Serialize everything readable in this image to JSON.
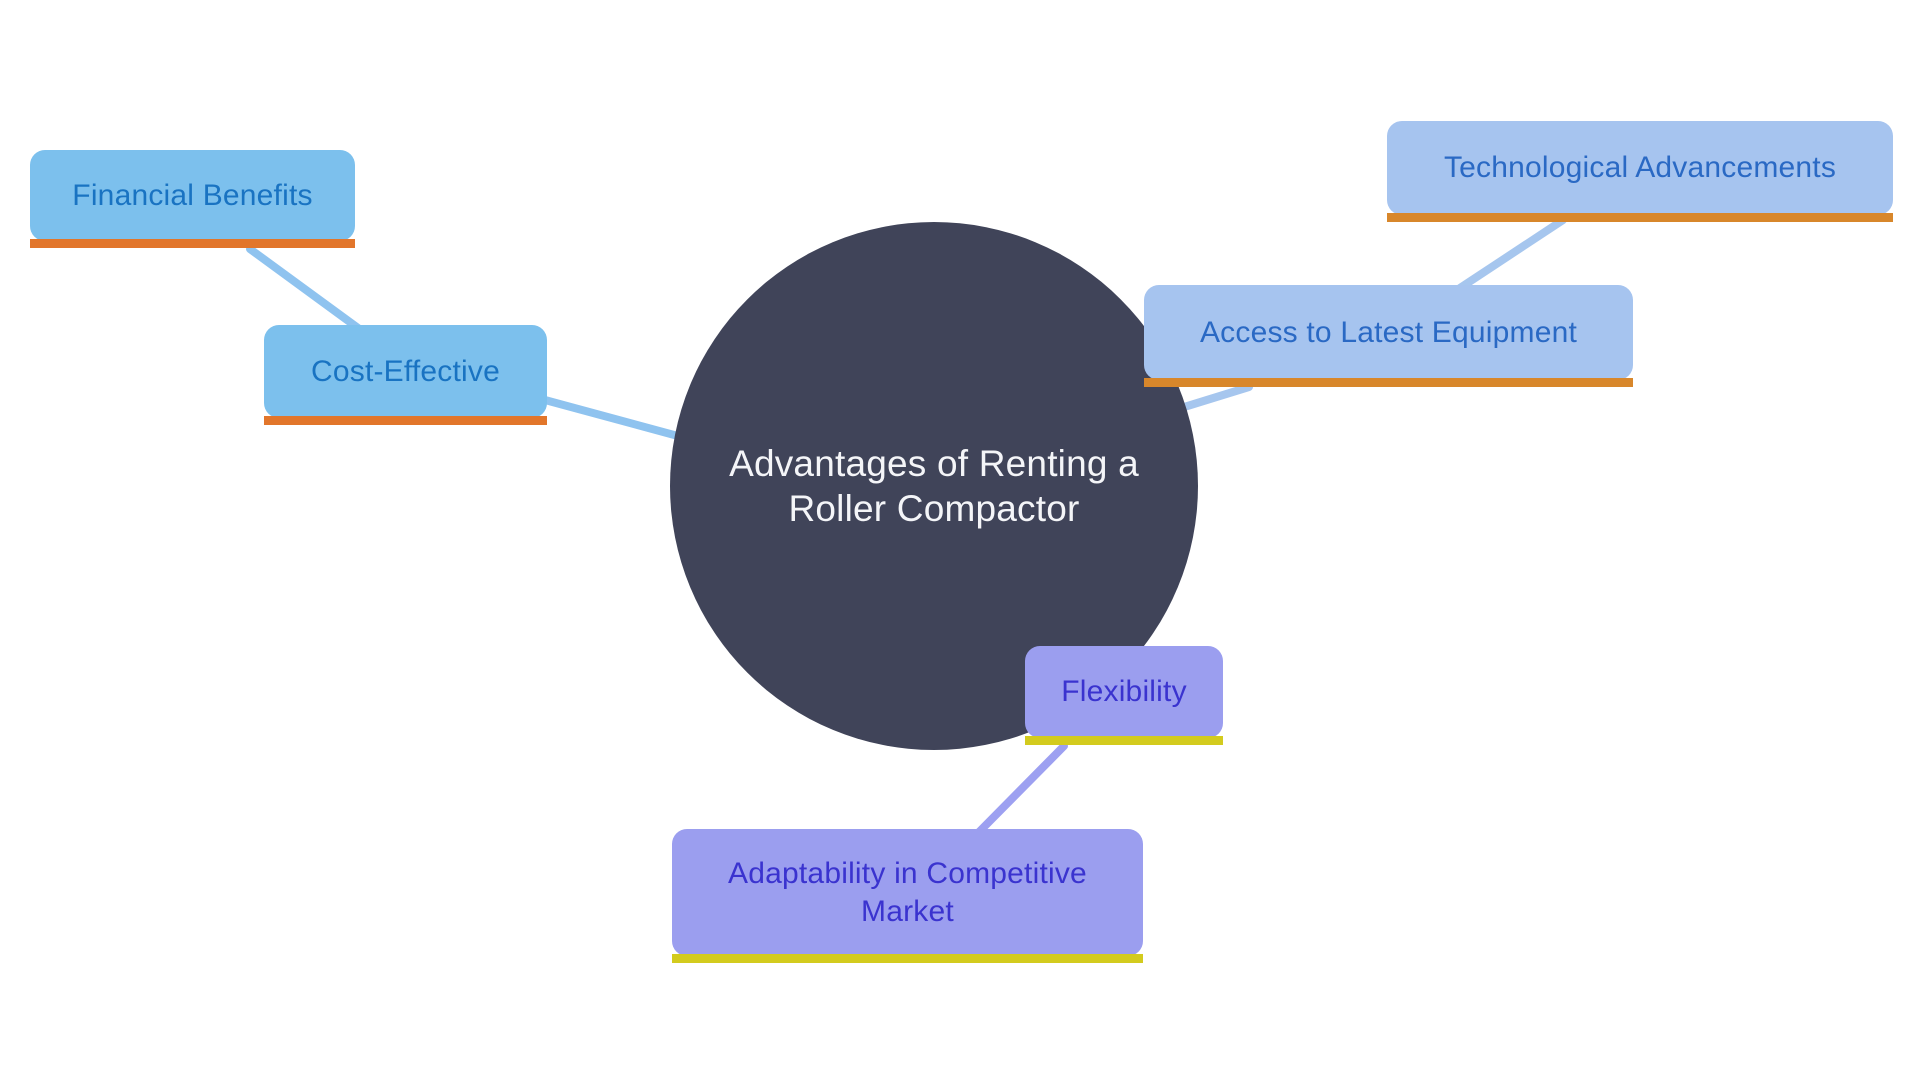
{
  "diagram": {
    "type": "mindmap",
    "background_color": "#FFFFFF",
    "center_node": {
      "label": "Advantages of Renting a Roller Compactor",
      "shape": "circle",
      "fill": "#404459",
      "text_color": "#F4F5F8"
    },
    "nodes": [
      {
        "id": "financial-benefits",
        "label": "Financial Benefits",
        "branch": "cost",
        "fill": "#7CC0ED",
        "text_color": "#1973C2",
        "underline_color": "#E2762B"
      },
      {
        "id": "cost-effective",
        "label": "Cost-Effective",
        "branch": "cost",
        "fill": "#7CC0ED",
        "text_color": "#1973C2",
        "underline_color": "#E2762B"
      },
      {
        "id": "technological-advancements",
        "label": "Technological Advancements",
        "branch": "equipment",
        "fill": "#A6C4EF",
        "text_color": "#2A69C4",
        "underline_color": "#D8872B"
      },
      {
        "id": "access-to-latest-equipment",
        "label": "Access to Latest Equipment",
        "branch": "equipment",
        "fill": "#A6C4EF",
        "text_color": "#2A69C4",
        "underline_color": "#D8872B"
      },
      {
        "id": "flexibility",
        "label": "Flexibility",
        "branch": "flexibility",
        "fill": "#9B9EEF",
        "text_color": "#3A33CF",
        "underline_color": "#D3CB1E"
      },
      {
        "id": "adaptability-in-competitive-market",
        "label": "Adaptability in Competitive Market",
        "branch": "flexibility",
        "fill": "#9B9EEF",
        "text_color": "#3A33CF",
        "underline_color": "#D3CB1E"
      }
    ],
    "connectors": [
      {
        "from": "financial-benefits",
        "to": "cost-effective",
        "color": "#8FC3EF"
      },
      {
        "from": "cost-effective",
        "to": "center",
        "color": "#8FC3EF"
      },
      {
        "from": "technological-advancements",
        "to": "access-to-latest-equipment",
        "color": "#A6C6EE"
      },
      {
        "from": "access-to-latest-equipment",
        "to": "center",
        "color": "#A6C6EE"
      },
      {
        "from": "flexibility",
        "to": "adaptability-in-competitive-market",
        "color": "#9DA0F1"
      }
    ]
  }
}
